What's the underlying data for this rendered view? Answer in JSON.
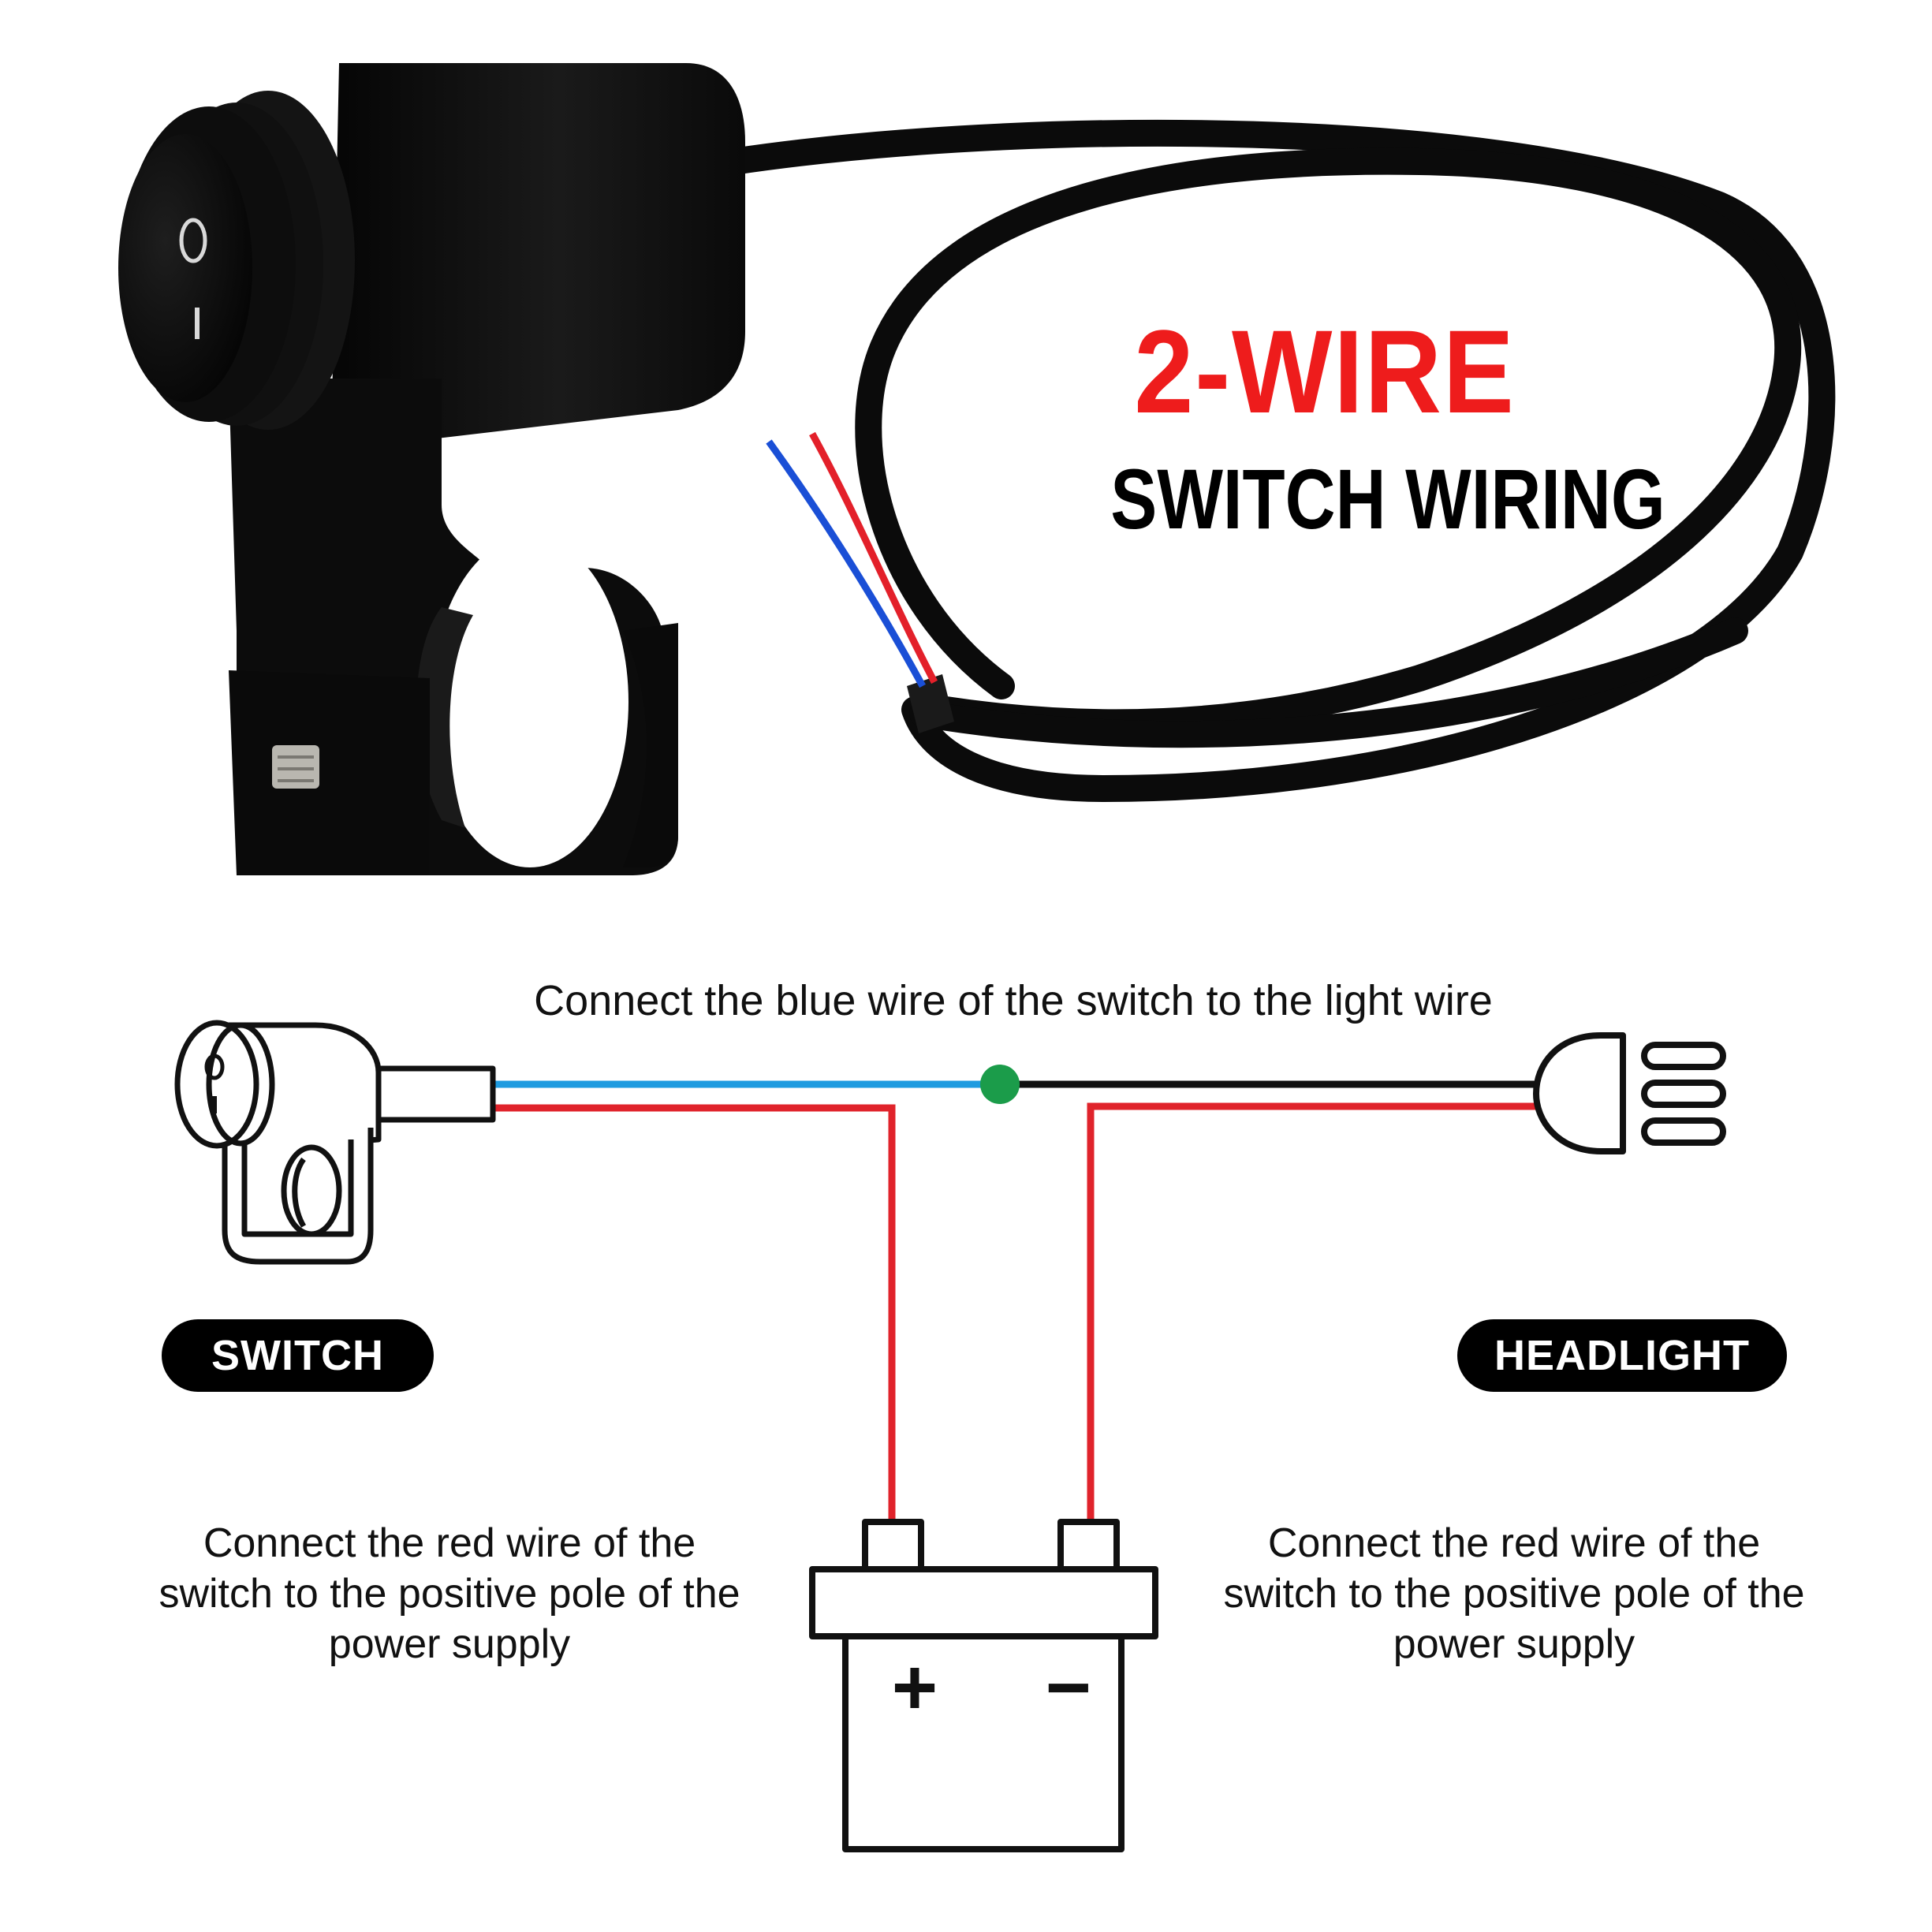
{
  "title": {
    "main": "2-WIRE",
    "sub": "SWITCH WIRING"
  },
  "switch_symbols": {
    "off": "O",
    "on": "I"
  },
  "instructions": {
    "blue_wire": "Connect the blue wire of the switch to the light wire",
    "red_wire_left": "Connect the red wire of the switch to the positive pole of the power supply",
    "red_wire_right": "Connect the red wire of the switch to the positive pole of the power supply"
  },
  "labels": {
    "switch": "SWITCH",
    "headlight": "HEADLIGHT"
  },
  "battery": {
    "positive": "+",
    "negative": "−"
  },
  "colors": {
    "title_red": "#ee1c1c",
    "blue_wire": "#1e9be0",
    "red_wire": "#e0232b",
    "junction_green": "#1b9c4a",
    "black_wire": "#111111"
  }
}
